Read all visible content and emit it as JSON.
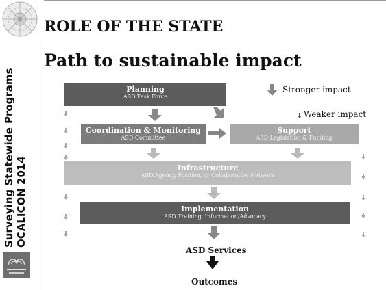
{
  "sidebar": {
    "vertical_text_line1": "Surveying Statewide Programs",
    "vertical_text_line2": "OCALICON 2014"
  },
  "slide": {
    "title": "ROLE OF THE STATE",
    "subtitle": "Path to sustainable impact"
  },
  "legend": {
    "strong_label": "Stronger impact",
    "weak_label": "Weaker impact"
  },
  "boxes": {
    "planning": {
      "title": "Planning",
      "subtitle": "ASD Task Force"
    },
    "coordination": {
      "title": "Coordination & Monitoring",
      "subtitle": "ASD Committee"
    },
    "support": {
      "title": "Support",
      "subtitle": "ASD Legislation & Funding"
    },
    "infrastructure": {
      "title": "Infrastructure",
      "subtitle": "ASD Agency, Position, or Collaborative Network"
    },
    "implementation": {
      "title": "Implementation",
      "subtitle": "ASD Training, Information/Advocacy"
    }
  },
  "endpoints": {
    "services": "ASD Services",
    "outcomes": "Outcomes"
  },
  "colors": {
    "dark_box": "#5c5c5c",
    "mid_box": "#7c7c7c",
    "light_box": "#a9a9a9",
    "lighter_box": "#bdbdbd",
    "strong_arrow": "#888888",
    "weak_arrow": "#a6a6a6",
    "end_arrow": "#111111"
  }
}
